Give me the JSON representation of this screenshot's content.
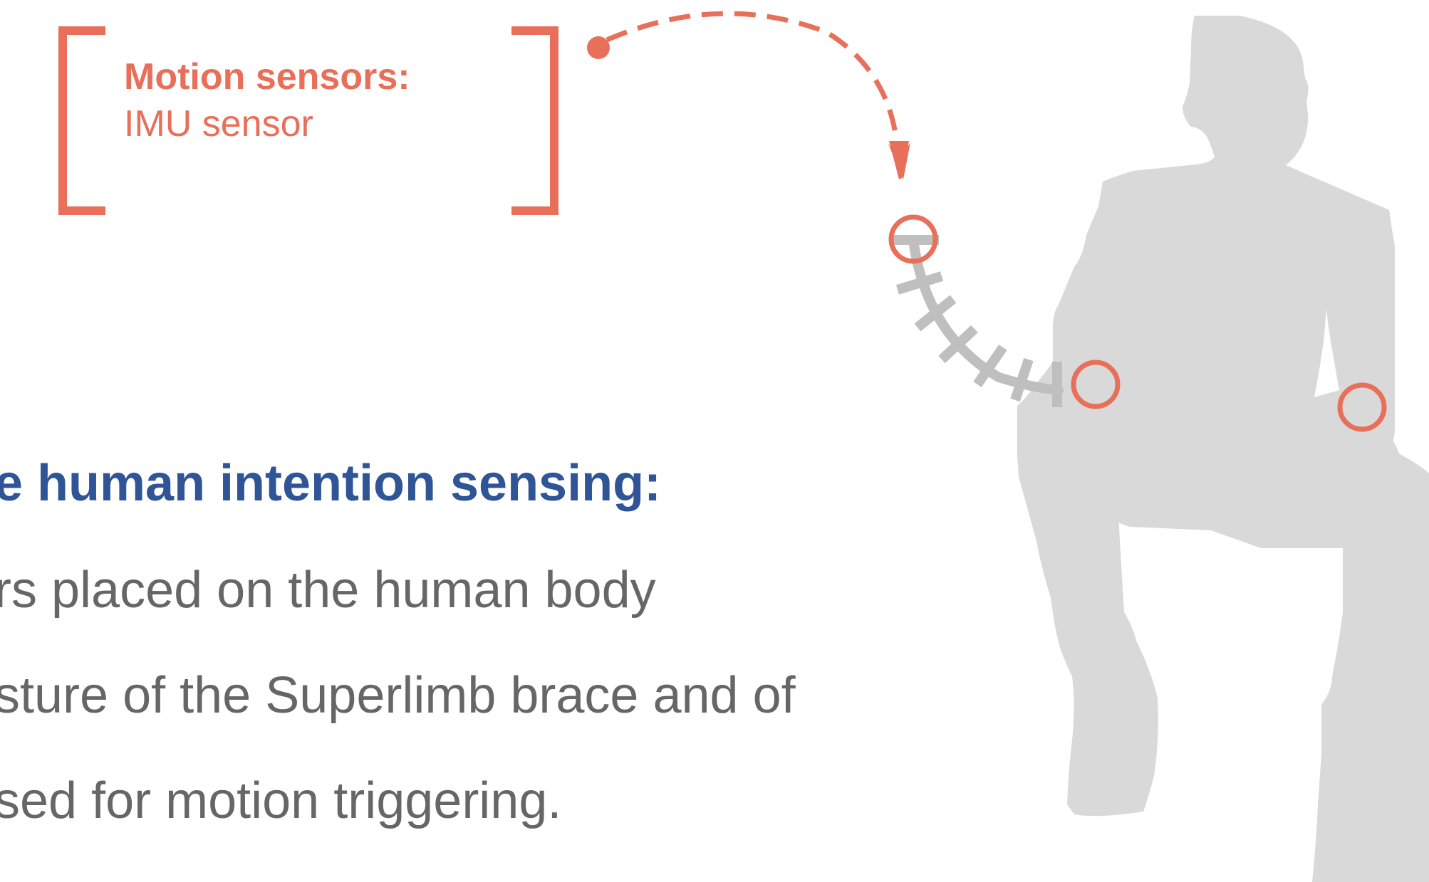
{
  "callout": {
    "title": "Motion sensors:",
    "subtitle": "IMU sensor"
  },
  "main_text": {
    "heading": "e human intention sensing:",
    "lines": [
      "rs placed on the human body",
      "sture of the Superlimb brace and of",
      "sed for motion triggering."
    ]
  },
  "icons": {
    "figure": "seated-person-silhouette-icon",
    "brace": "superlimb-brace-icon",
    "sensor_markers": [
      "imu-sensor-marker-icon",
      "imu-sensor-marker-icon",
      "imu-sensor-marker-icon"
    ],
    "connector": "dashed-arrow-icon"
  },
  "colors": {
    "accent_orange": "#E8705A",
    "heading_blue": "#2F5597",
    "body_gray": "#666666",
    "silhouette_gray": "#D9D9D9",
    "brace_gray": "#BFBFBF"
  }
}
